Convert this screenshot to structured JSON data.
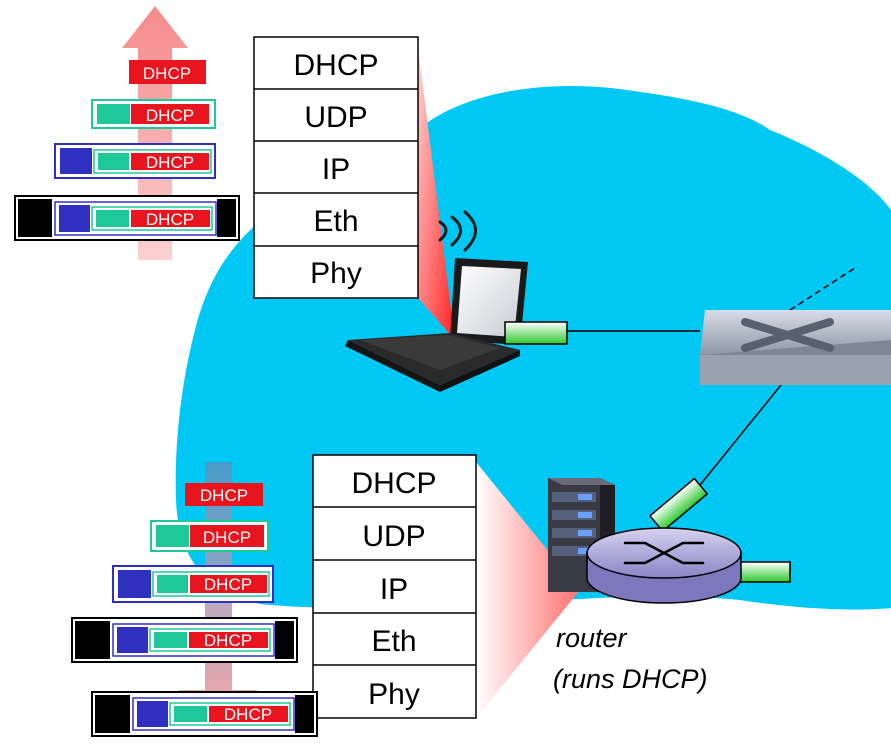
{
  "top_stack": {
    "layers": [
      "DHCP",
      "UDP",
      "IP",
      "Eth",
      "Phy"
    ]
  },
  "bottom_stack": {
    "layers": [
      "DHCP",
      "UDP",
      "IP",
      "Eth",
      "Phy"
    ]
  },
  "packets": {
    "top": [
      "DHCP",
      "DHCP",
      "DHCP",
      "DHCP"
    ],
    "bottom": [
      "DHCP",
      "DHCP",
      "DHCP",
      "DHCP",
      "DHCP"
    ]
  },
  "router_label": {
    "line1": "router",
    "line2": "(runs DHCP)"
  },
  "colors": {
    "network_cloud": "#00c8f5",
    "dhcp_tag": "#e8141e",
    "udp_header": "#1ec898",
    "ip_header": "#3030c0",
    "eth_header": "#000000",
    "arrow_up": "#f8a8a8",
    "arrow_down_blue": "#5a9ec8",
    "arrow_down_pink": "#f0a0a0",
    "port": "#2ec82e"
  },
  "icons": [
    "laptop-icon",
    "switch-icon",
    "server-icon",
    "router-icon",
    "wireless-signal-icon"
  ]
}
